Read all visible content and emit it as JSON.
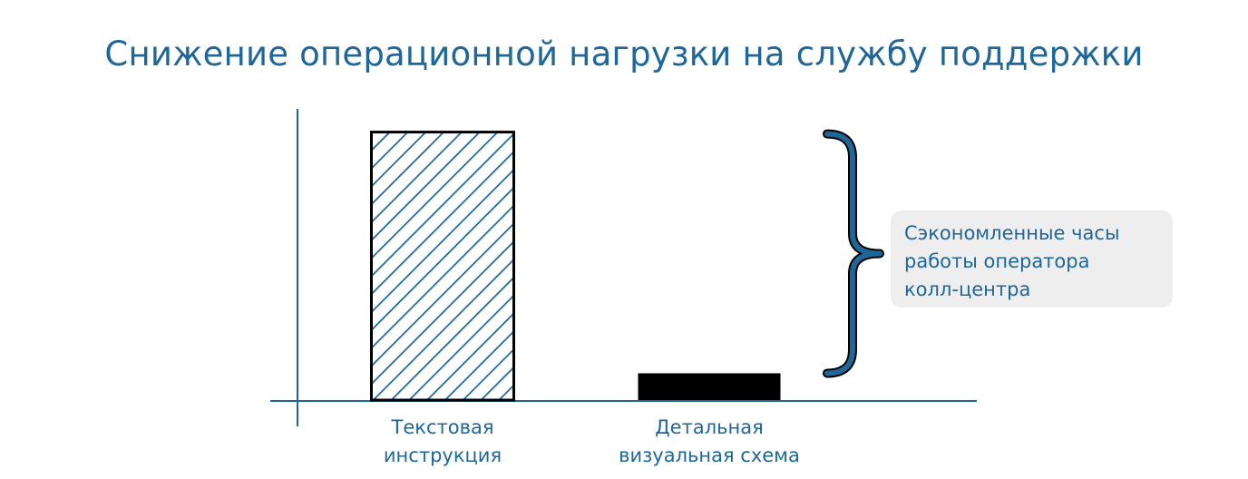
{
  "title": "Снижение операционной нагрузки на службу поддержки",
  "callout": {
    "lines": [
      "Сэкономленные часы",
      "работы оператора",
      "колл-центра"
    ]
  },
  "colors": {
    "accent": "#1f6699",
    "bar_fill_hatched": "#1f6699",
    "bar_fill_solid": "#000000",
    "callout_bg": "#eeeeee"
  },
  "chart_data": {
    "type": "bar",
    "title": "Снижение операционной нагрузки на службу поддержки",
    "categories": [
      [
        "Текстовая",
        "инструкция"
      ],
      [
        "Детальная",
        "визуальная схема"
      ]
    ],
    "values": [
      100,
      10
    ],
    "ylim": [
      0,
      109
    ],
    "xlabel": "",
    "ylabel": "",
    "grid": false,
    "bar_styles": [
      "hatched",
      "solid"
    ],
    "annotation": "Сэкономленные часы работы оператора колл-центра"
  }
}
